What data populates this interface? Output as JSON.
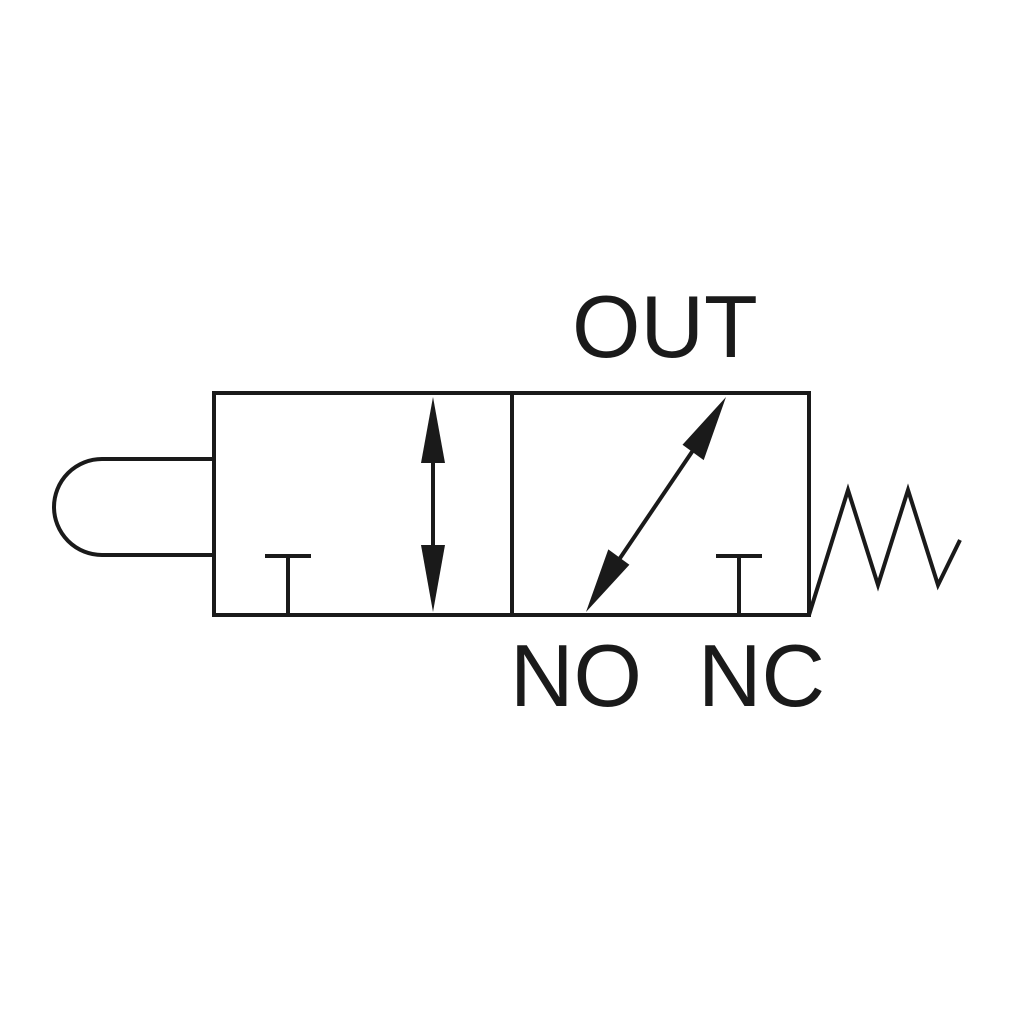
{
  "diagram": {
    "labels": {
      "out": "OUT",
      "no": "NO",
      "nc": "NC"
    },
    "colors": {
      "line": "#1a1a1a",
      "background": "#ffffff"
    }
  }
}
